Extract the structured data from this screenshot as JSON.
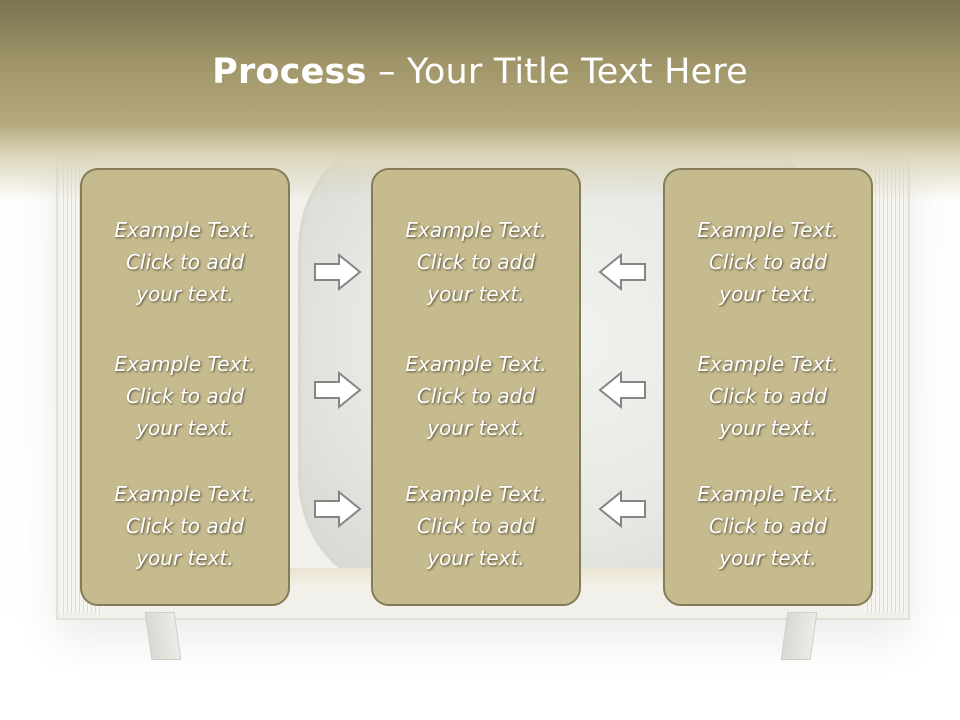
{
  "title": {
    "bold": "Process",
    "rest": " – Your Title Text Here"
  },
  "columns": [
    {
      "entries": [
        {
          "line1": "Example Text.",
          "line2": "Click  to add",
          "line3": "your text."
        },
        {
          "line1": "Example Text.",
          "line2": "Click  to add",
          "line3": "your text."
        },
        {
          "line1": "Example Text.",
          "line2": "Click  to add",
          "line3": "your text."
        }
      ]
    },
    {
      "entries": [
        {
          "line1": "Example Text.",
          "line2": "Click  to add",
          "line3": "your text."
        },
        {
          "line1": "Example Text.",
          "line2": "Click  to add",
          "line3": "your text."
        },
        {
          "line1": "Example Text.",
          "line2": "Click  to add",
          "line3": "your text."
        }
      ]
    },
    {
      "entries": [
        {
          "line1": "Example Text.",
          "line2": "Click  to add",
          "line3": "your text."
        },
        {
          "line1": "Example Text.",
          "line2": "Click  to add",
          "line3": "your text."
        },
        {
          "line1": "Example Text.",
          "line2": "Click  to add",
          "line3": "your text."
        }
      ]
    }
  ],
  "arrows": {
    "left_side_direction": "right-arrow-icon",
    "right_side_direction": "left-arrow-icon"
  },
  "colors": {
    "header": "#a89e70",
    "box_fill": "#c6bb8f",
    "box_border": "#847b58",
    "text": "#ffffff"
  }
}
